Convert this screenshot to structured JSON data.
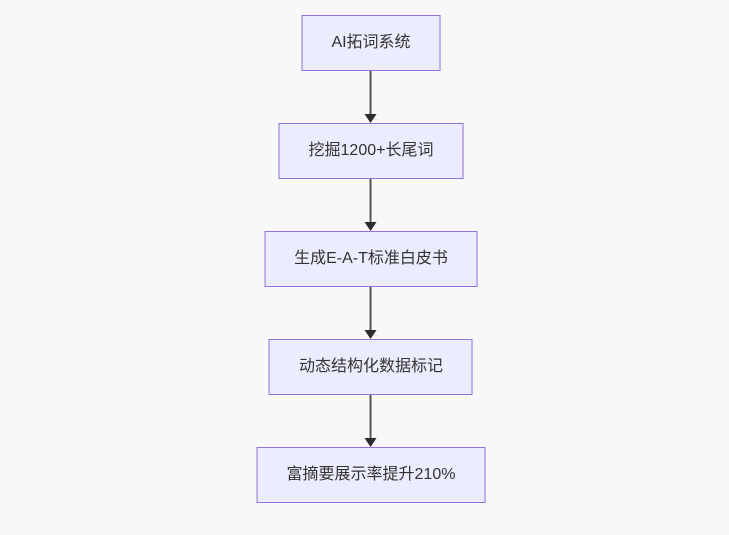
{
  "page": {
    "background_color": "#f8f8f8"
  },
  "chart_data": {
    "type": "flowchart",
    "direction": "top-down",
    "node_fill_color": "#ECECFF",
    "node_border_color": "#9370DB",
    "edge_color": "#555555",
    "arrowhead_color": "#2b2b2b",
    "text_color": "#333333",
    "nodes": [
      {
        "id": "step-1",
        "label": "AI拓词系统"
      },
      {
        "id": "step-2",
        "label": "挖掘1200+长尾词"
      },
      {
        "id": "step-3",
        "label": "生成E-A-T标准白皮书"
      },
      {
        "id": "step-4",
        "label": "动态结构化数据标记"
      },
      {
        "id": "step-5",
        "label": "富摘要展示率提升210%"
      }
    ],
    "edges": [
      {
        "from": "step-1",
        "to": "step-2"
      },
      {
        "from": "step-2",
        "to": "step-3"
      },
      {
        "from": "step-3",
        "to": "step-4"
      },
      {
        "from": "step-4",
        "to": "step-5"
      }
    ]
  }
}
